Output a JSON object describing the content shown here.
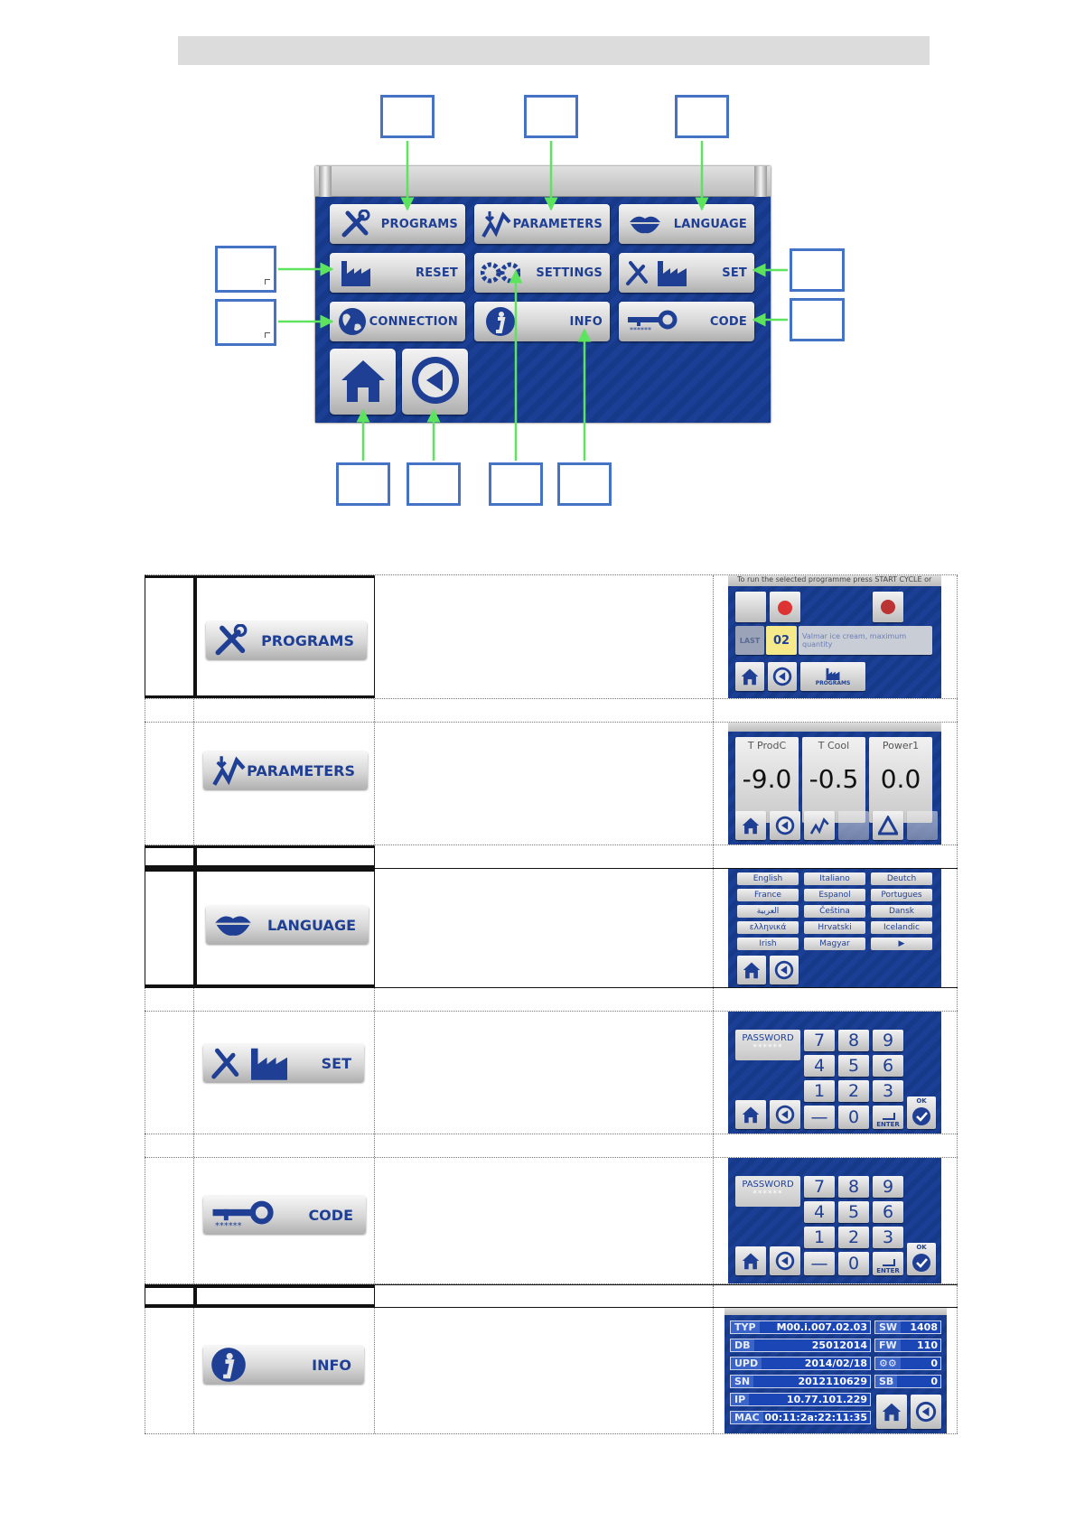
{
  "menu": {
    "programs": "PROGRAMS",
    "parameters": "PARAMETERS",
    "language": "LANGUAGE",
    "reset": "RESET",
    "settings": "SETTINGS",
    "set": "SET",
    "connection": "CONNECTION",
    "info": "INFO",
    "code": "CODE"
  },
  "rows": {
    "programs": {
      "label": "PROGRAMS",
      "thumb": {
        "hint": "To run the selected programme press START CYCLE or",
        "last": "LAST",
        "num": "02",
        "desc": "Valmar ice cream, maximum quantity",
        "btn": "PROGRAMS"
      }
    },
    "parameters": {
      "label": "PARAMETERS",
      "tiles": [
        {
          "name": "T ProdC",
          "value": "-9.0"
        },
        {
          "name": "T Cool",
          "value": "-0.5"
        },
        {
          "name": "Power1",
          "value": "0.0"
        }
      ]
    },
    "language": {
      "label": "LANGUAGE",
      "languages": [
        "English",
        "Italiano",
        "Deutch",
        "France",
        "Espanol",
        "Portugues",
        "العربية",
        "Čeština",
        "Dansk",
        "ελληνικά",
        "Hrvatski",
        "Icelandic",
        "Irish",
        "Magyar",
        "▶"
      ]
    },
    "set": {
      "label": "SET",
      "password": "PASSWORD",
      "dots": "******",
      "keys": [
        "7",
        "8",
        "9",
        "4",
        "5",
        "6",
        "1",
        "2",
        "3",
        "—",
        "0"
      ],
      "enter": "ENTER",
      "ok": "OK"
    },
    "code": {
      "label": "CODE",
      "password": "PASSWORD",
      "dots": "******",
      "keys": [
        "7",
        "8",
        "9",
        "4",
        "5",
        "6",
        "1",
        "2",
        "3",
        "—",
        "0"
      ],
      "enter": "ENTER",
      "ok": "OK"
    },
    "info": {
      "label": "INFO",
      "left": [
        {
          "k": "TYP",
          "v": "M00.i.007.02.03"
        },
        {
          "k": "DB",
          "v": "25012014"
        },
        {
          "k": "UPD",
          "v": "2014/02/18"
        },
        {
          "k": "SN",
          "v": "2012110629"
        },
        {
          "k": "IP",
          "v": "10.77.101.229"
        },
        {
          "k": "MAC",
          "v": "00:11:2a:22:11:35"
        }
      ],
      "right": [
        {
          "k": "SW",
          "v": "1408"
        },
        {
          "k": "FW",
          "v": "110"
        },
        {
          "k": "⚙⚙",
          "v": "0"
        },
        {
          "k": "SB",
          "v": "0"
        }
      ]
    }
  },
  "colors": {
    "accent": "#1f3f94",
    "screen_bg": "#1a3f95",
    "callout": "#4472c4",
    "arrow": "#5ee35e"
  }
}
